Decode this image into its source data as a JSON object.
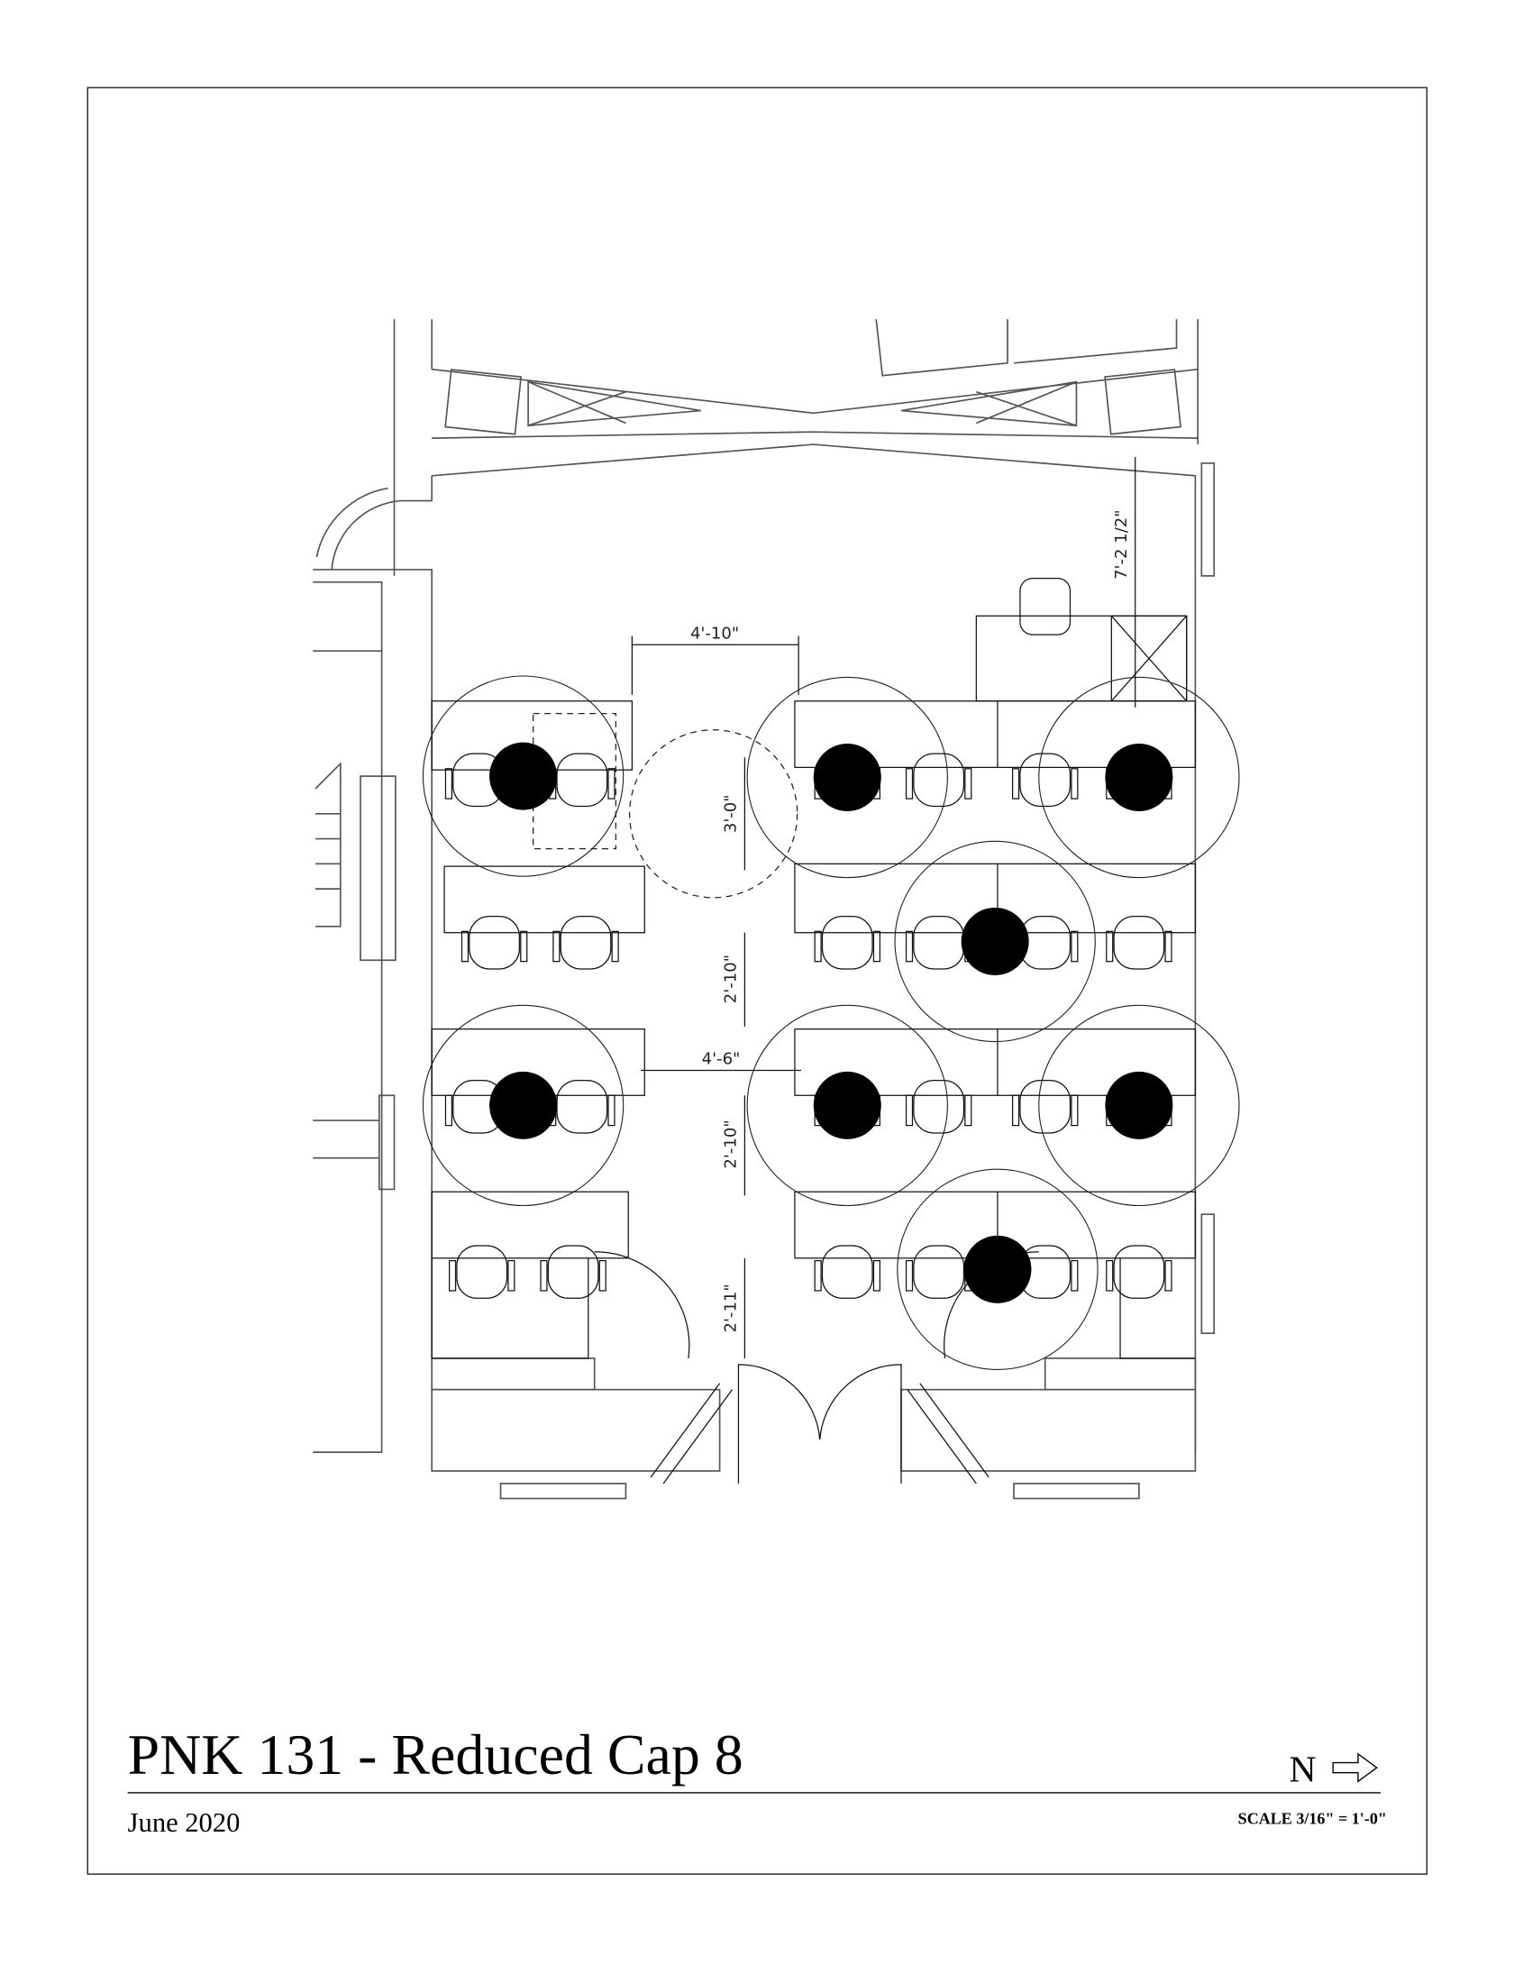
{
  "title": "PNK 131 - Reduced Cap 8",
  "date": "June 2020",
  "north_label": "N",
  "scale": "SCALE 3/16\" = 1'-0\"",
  "dimensions": {
    "aisle_top": "4'-10\"",
    "aisle_mid": "4'-6\"",
    "clearance_1": "3'-0\"",
    "clearance_2": "2'-10\"",
    "clearance_3": "2'-10\"",
    "clearance_4": "2'-11\"",
    "right_side": "7'-2 1/2\""
  }
}
